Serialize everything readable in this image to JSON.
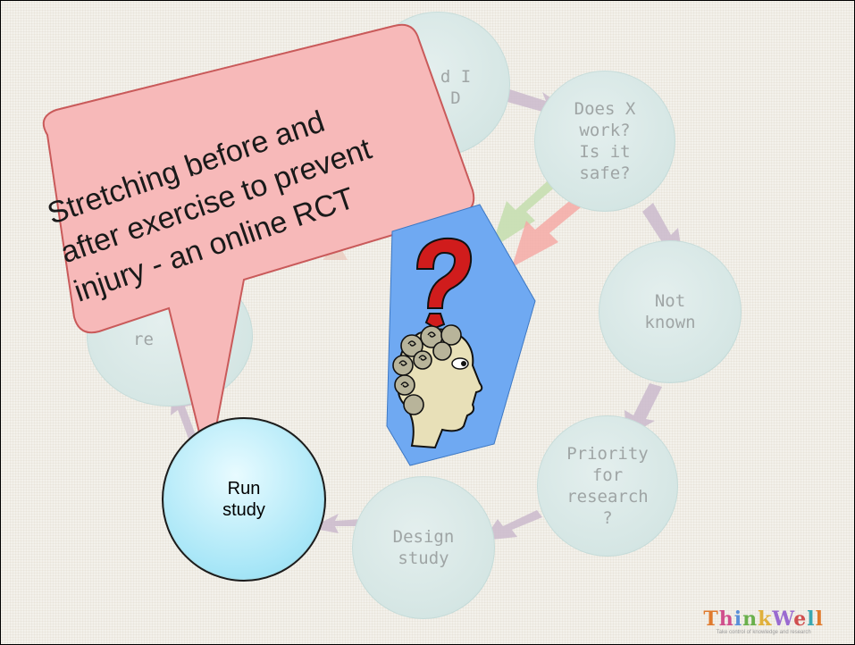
{
  "callout": {
    "text": "Stretching before and\nafter exercise to prevent\ninjury - an online RCT",
    "fill": "#f7b9b9",
    "stroke": "#c95a5a"
  },
  "cycle": {
    "nodes": [
      {
        "id": "should-i-do",
        "label": "d I\nD"
      },
      {
        "id": "does-x-work",
        "label": "Does X\nwork?\nIs it\nsafe?"
      },
      {
        "id": "not-known",
        "label": "Not\nknown"
      },
      {
        "id": "priority",
        "label": "Priority\nfor\nresearch\n?"
      },
      {
        "id": "design-study",
        "label": "Design\nstudy"
      },
      {
        "id": "run-study",
        "label": "Run\nstudy"
      },
      {
        "id": "report-research",
        "label": "re"
      }
    ],
    "active_node": "run-study",
    "arrow_color": "#c7b3c9"
  },
  "thinker": {
    "question_mark": "?",
    "panel_color": "#6fa9f2",
    "question_color": "#d01c1c"
  },
  "logo": {
    "word": "ThinkWell",
    "tagline": "Take control of knowledge and research"
  }
}
